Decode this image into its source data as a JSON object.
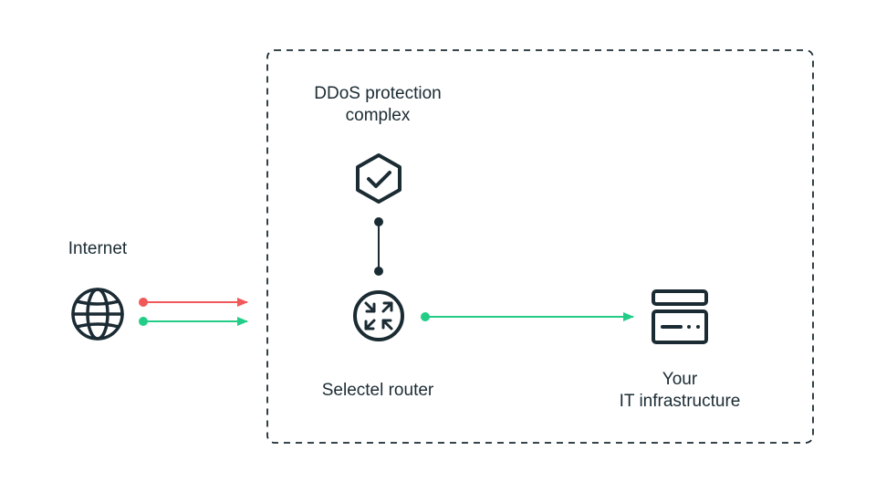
{
  "nodes": {
    "internet": {
      "label": "Internet",
      "icon": "globe-icon"
    },
    "ddos": {
      "label_lines": [
        "DDoS protection",
        "complex"
      ],
      "icon": "shield-check-icon"
    },
    "router": {
      "label": "Selectel router",
      "icon": "router-icon"
    },
    "infrastructure": {
      "label_lines": [
        "Your",
        "IT infrastructure"
      ],
      "icon": "server-icon"
    }
  },
  "colors": {
    "ink": "#1b2b33",
    "malicious_traffic": "#f0585a",
    "clean_traffic": "#23cd88"
  }
}
